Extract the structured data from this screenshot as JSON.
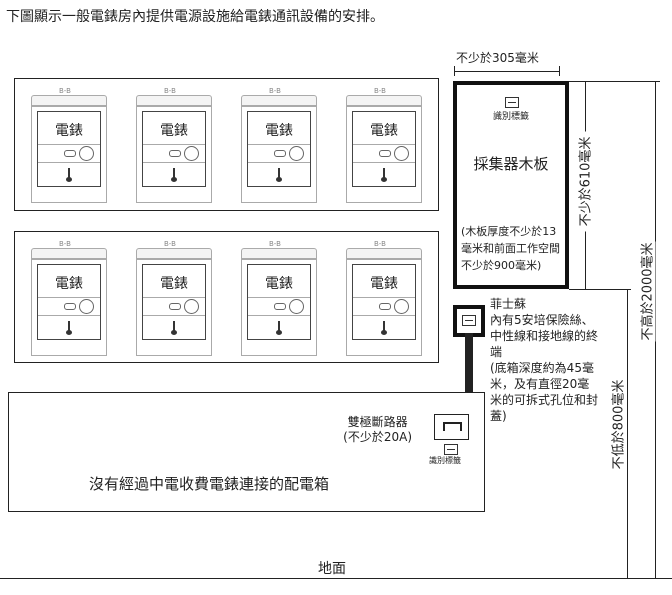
{
  "caption": "下圖顯示一般電錶房內提供電源設施給電錶通訊設備的安排。",
  "meter_label": "電錶",
  "meter_top_label": "B-B",
  "board": {
    "title": "採集器木板",
    "tag_label": "識別標籤",
    "note": "(木板厚度不少於13毫米和前面工作空間不少於900毫米)"
  },
  "dimensions": {
    "width": "不少於305毫米",
    "height": "不少於610毫米",
    "max_height": "不高於2000毫米",
    "min_height": "不低於800毫米"
  },
  "fuse": {
    "title": "菲士蘇",
    "desc": "內有5安培保險絲、中性線和接地線的終端",
    "note": "(底箱深度約為45毫米，及有直徑20毫米的可拆式孔位和封蓋)"
  },
  "breaker": {
    "name": "雙極斷路器",
    "rating": "(不少於20A)",
    "tag_label": "識別標籤"
  },
  "distribution_box": "沒有經過中電收費電錶連接的配電箱",
  "ground": "地面"
}
